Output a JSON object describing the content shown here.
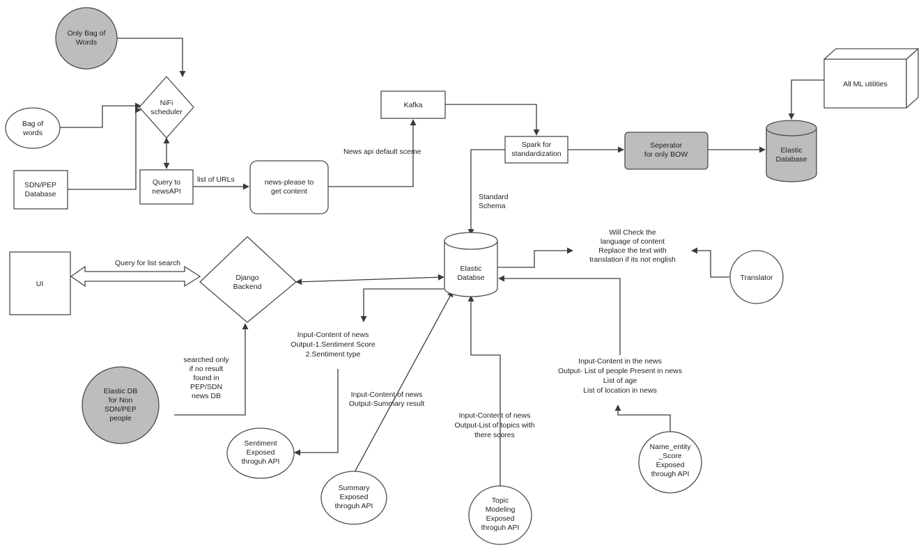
{
  "colors": {
    "stroke": "#4a4a4a",
    "grey_fill": "#bdbdbd",
    "background": "#ffffff"
  },
  "nodes": {
    "only_bow": [
      "Only Bag of",
      "Words"
    ],
    "bag_of_words": [
      "Bag of",
      "words"
    ],
    "sdn_pep_db": [
      "SDN/PEP",
      "Database"
    ],
    "nifi": [
      "NiFi",
      "scheduler"
    ],
    "query_newsapi": [
      "Query to",
      "newsAPI"
    ],
    "news_please": [
      "news-please to",
      "get content"
    ],
    "kafka": [
      "Kafka"
    ],
    "spark": [
      "Spark for",
      "standardization"
    ],
    "separator": [
      "Seperator",
      "for only BOW"
    ],
    "elastic_db_top": [
      "Elastic",
      "Database"
    ],
    "ml_utilities": [
      "All ML utilities"
    ],
    "ui": [
      "UI"
    ],
    "django": [
      "Django",
      "Backend"
    ],
    "elastic_db_center": [
      "Elastic",
      "Databse"
    ],
    "translator": [
      "Translator"
    ],
    "elastic_nonsdn": [
      "Elastic DB",
      "for Non",
      "SDN/PEP",
      "people"
    ],
    "sentiment_api": [
      "Sentiment",
      "Exposed",
      "throguh API"
    ],
    "summary_api": [
      "Summary",
      "Exposed",
      "throguh API"
    ],
    "topic_api": [
      "Topic",
      "Modeling",
      "Exposed",
      "throguh API"
    ],
    "ner_api": [
      "Name_entity",
      "_Score",
      "Exposed",
      "through API"
    ]
  },
  "labels": {
    "list_of_urls": [
      "list of URLs"
    ],
    "news_api_schema": [
      "News api default sceme"
    ],
    "standard_schema": [
      "Standard",
      "Schema"
    ],
    "query_list_search": [
      "Query for list search"
    ],
    "language_check": [
      "Will Check the",
      "language of content",
      "Replace the text with",
      "translation if its not english"
    ],
    "sentiment_io": [
      "Input-Content of news",
      "Output-1.Sentiment Score",
      "2.Sentiment type"
    ],
    "summary_io": [
      "Input-Content of news",
      "Output-Summary result"
    ],
    "topic_io": [
      "Input-Content of news",
      "Output-List of topics with",
      "there scores"
    ],
    "ner_io": [
      "Input-Content in the news",
      "Output- List of people Present in news",
      "List of age",
      "List of location in news"
    ],
    "searched_only": [
      "searched only",
      "if no result",
      "found in",
      "PEP/SDN",
      "news DB"
    ]
  }
}
